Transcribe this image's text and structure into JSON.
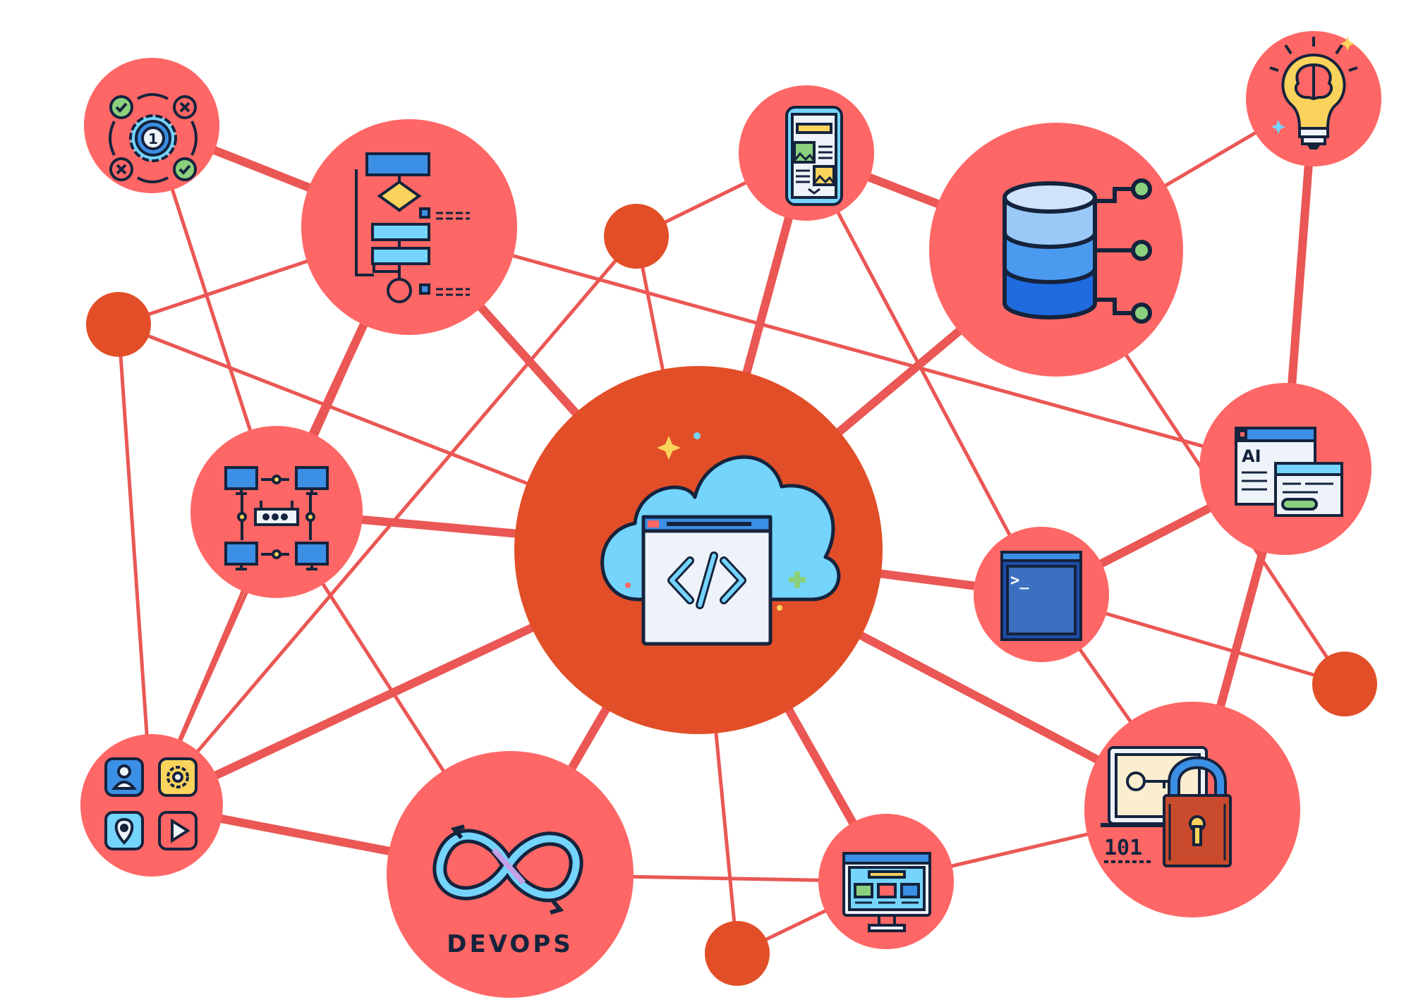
{
  "colors": {
    "node": "#fe6765",
    "hub": "#e24e27",
    "edge": "#ea5754",
    "outline": "#15233d",
    "blue": "#3b8fe5",
    "light_blue": "#74d4fc",
    "yellow": "#fad35c",
    "green": "#8ad07d"
  },
  "labels": {
    "devops": "DEVOPS",
    "ai": "AI",
    "binary": "101",
    "number": "1",
    "prompt": ">_"
  },
  "nodes": [
    {
      "id": "cloud-code",
      "icon": "cloud-code-icon"
    },
    {
      "id": "automation",
      "icon": "automation-gear-icon"
    },
    {
      "id": "flowchart",
      "icon": "flowchart-icon"
    },
    {
      "id": "mobile",
      "icon": "mobile-app-icon"
    },
    {
      "id": "database",
      "icon": "database-icon"
    },
    {
      "id": "ai-idea",
      "icon": "brain-bulb-icon"
    },
    {
      "id": "network",
      "icon": "network-icon"
    },
    {
      "id": "ai-window",
      "icon": "ai-window-icon"
    },
    {
      "id": "terminal",
      "icon": "terminal-icon"
    },
    {
      "id": "apps",
      "icon": "app-grid-icon"
    },
    {
      "id": "devops",
      "icon": "devops-icon"
    },
    {
      "id": "web",
      "icon": "web-monitor-icon"
    },
    {
      "id": "security",
      "icon": "security-lock-icon"
    }
  ]
}
